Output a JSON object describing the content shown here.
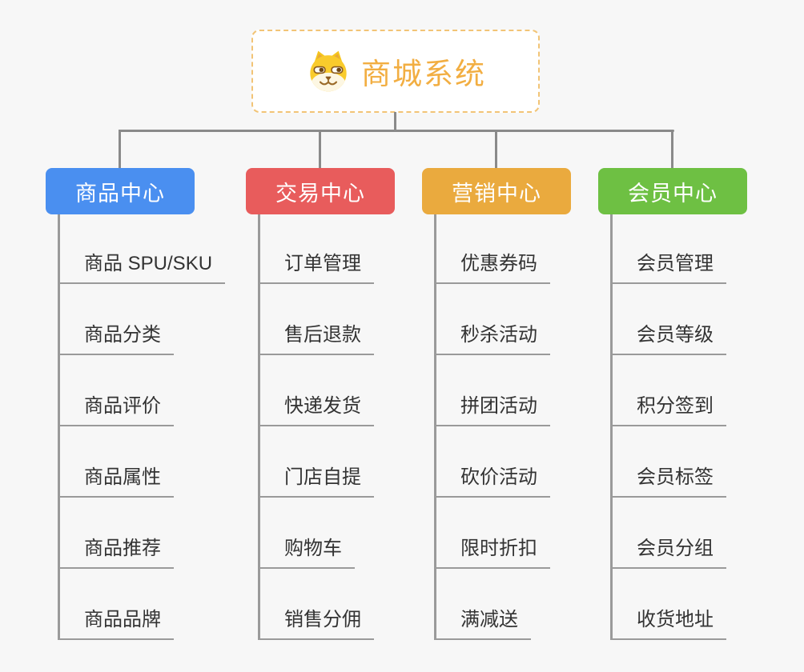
{
  "page": {
    "background_color": "#f7f7f7",
    "connector_color": "#8a8a8a",
    "underline_color": "#9a9a9a",
    "leaf_text_color": "#333333"
  },
  "root": {
    "title": "商城系统",
    "icon": "shiba-dog-icon",
    "text_color": "#f2ae42",
    "border_color": "#f2c476",
    "background_color": "#ffffff"
  },
  "branches": [
    {
      "label": "商品中心",
      "color": "#4a8ff0",
      "items": [
        "商品 SPU/SKU",
        "商品分类",
        "商品评价",
        "商品属性",
        "商品推荐",
        "商品品牌"
      ]
    },
    {
      "label": "交易中心",
      "color": "#e85c5c",
      "items": [
        "订单管理",
        "售后退款",
        "快递发货",
        "门店自提",
        "购物车",
        "销售分佣"
      ]
    },
    {
      "label": "营销中心",
      "color": "#eaaa3e",
      "items": [
        "优惠券码",
        "秒杀活动",
        "拼团活动",
        "砍价活动",
        "限时折扣",
        "满减送"
      ]
    },
    {
      "label": "会员中心",
      "color": "#6ec043",
      "items": [
        "会员管理",
        "会员等级",
        "积分签到",
        "会员标签",
        "会员分组",
        "收货地址"
      ]
    }
  ]
}
